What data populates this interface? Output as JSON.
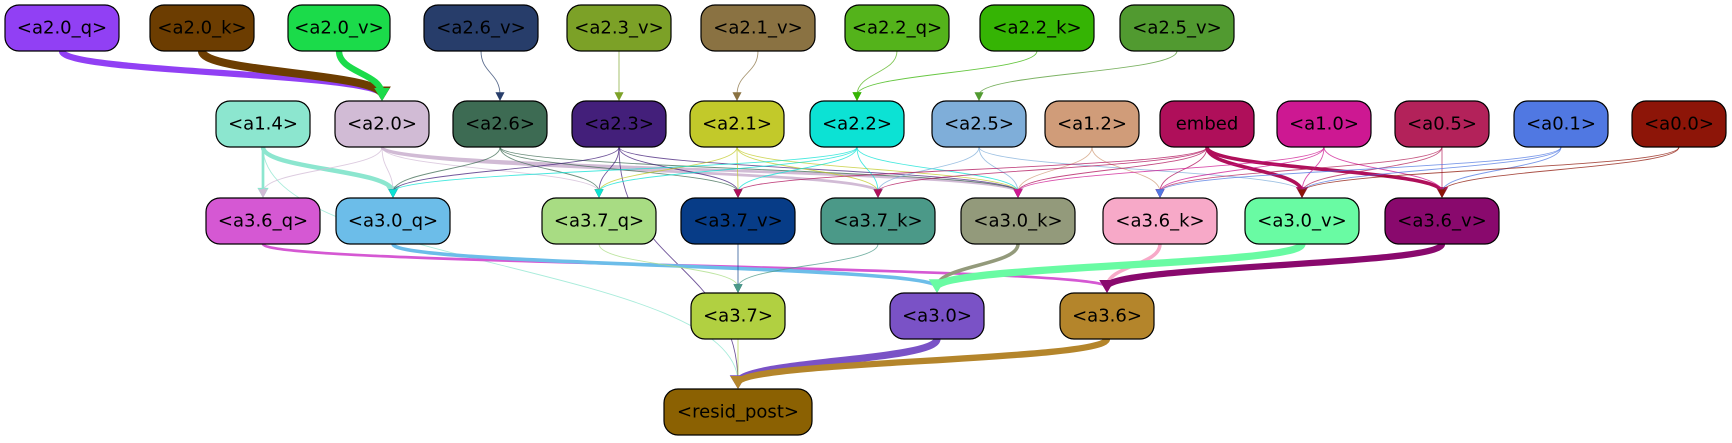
{
  "nodes": [
    {
      "id": "a2_0_q",
      "label": "<a2.0_q>",
      "fill": "#9140f4",
      "text_color": "#000000"
    },
    {
      "id": "a2_0_k",
      "label": "<a2.0_k>",
      "fill": "#6c3d01",
      "text_color": "#000000"
    },
    {
      "id": "a2_0_v",
      "label": "<a2.0_v>",
      "fill": "#1bdb4a",
      "text_color": "#000000"
    },
    {
      "id": "a2_6_v",
      "label": "<a2.6_v>",
      "fill": "#273d6a",
      "text_color": "#000000"
    },
    {
      "id": "a2_3_v",
      "label": "<a2.3_v>",
      "fill": "#7ca127",
      "text_color": "#000000"
    },
    {
      "id": "a2_1_v",
      "label": "<a2.1_v>",
      "fill": "#8a7242",
      "text_color": "#000000"
    },
    {
      "id": "a2_2_q",
      "label": "<a2.2_q>",
      "fill": "#54b31b",
      "text_color": "#000000"
    },
    {
      "id": "a2_2_k",
      "label": "<a2.2_k>",
      "fill": "#35b404",
      "text_color": "#000000"
    },
    {
      "id": "a2_5_v",
      "label": "<a2.5_v>",
      "fill": "#519a30",
      "text_color": "#000000"
    },
    {
      "id": "a1_4",
      "label": "<a1.4>",
      "fill": "#8ce6cf",
      "text_color": "#000000"
    },
    {
      "id": "a2_0",
      "label": "<a2.0>",
      "fill": "#d1bbd5",
      "text_color": "#000000"
    },
    {
      "id": "a2_6",
      "label": "<a2.6>",
      "fill": "#3d6b53",
      "text_color": "#000000"
    },
    {
      "id": "a2_3",
      "label": "<a2.3>",
      "fill": "#431f7a",
      "text_color": "#000000"
    },
    {
      "id": "a2_1",
      "label": "<a2.1>",
      "fill": "#c2c92a",
      "text_color": "#000000"
    },
    {
      "id": "a2_2",
      "label": "<a2.2>",
      "fill": "#0ce2d4",
      "text_color": "#000000"
    },
    {
      "id": "a2_5",
      "label": "<a2.5>",
      "fill": "#7faed9",
      "text_color": "#000000"
    },
    {
      "id": "a1_2",
      "label": "<a1.2>",
      "fill": "#d09c79",
      "text_color": "#000000"
    },
    {
      "id": "embed",
      "label": "embed",
      "fill": "#af0f5a",
      "text_color": "#000000"
    },
    {
      "id": "a1_0",
      "label": "<a1.0>",
      "fill": "#cd1892",
      "text_color": "#000000"
    },
    {
      "id": "a0_5",
      "label": "<a0.5>",
      "fill": "#b3225a",
      "text_color": "#000000"
    },
    {
      "id": "a0_1",
      "label": "<a0.1>",
      "fill": "#5078e2",
      "text_color": "#000000"
    },
    {
      "id": "a0_0",
      "label": "<a0.0>",
      "fill": "#8d1508",
      "text_color": "#000000"
    },
    {
      "id": "a3_6_q",
      "label": "<a3.6_q>",
      "fill": "#d558d3",
      "text_color": "#000000"
    },
    {
      "id": "a3_0_q",
      "label": "<a3.0_q>",
      "fill": "#6cbde9",
      "text_color": "#000000"
    },
    {
      "id": "a3_7_q",
      "label": "<a3.7_q>",
      "fill": "#a8dc83",
      "text_color": "#000000"
    },
    {
      "id": "a3_7_v",
      "label": "<a3.7_v>",
      "fill": "#073c87",
      "text_color": "#000000"
    },
    {
      "id": "a3_7_k",
      "label": "<a3.7_k>",
      "fill": "#4b9988",
      "text_color": "#000000"
    },
    {
      "id": "a3_0_k",
      "label": "<a3.0_k>",
      "fill": "#939a7b",
      "text_color": "#000000"
    },
    {
      "id": "a3_6_k",
      "label": "<a3.6_k>",
      "fill": "#f7a9c8",
      "text_color": "#000000"
    },
    {
      "id": "a3_0_v",
      "label": "<a3.0_v>",
      "fill": "#69fba3",
      "text_color": "#000000"
    },
    {
      "id": "a3_6_v",
      "label": "<a3.6_v>",
      "fill": "#89096d",
      "text_color": "#000000"
    },
    {
      "id": "a3_7",
      "label": "<a3.7>",
      "fill": "#b1d041",
      "text_color": "#000000"
    },
    {
      "id": "a3_0",
      "label": "<a3.0>",
      "fill": "#7a52c6",
      "text_color": "#000000"
    },
    {
      "id": "a3_6",
      "label": "<a3.6>",
      "fill": "#b4852b",
      "text_color": "#000000"
    },
    {
      "id": "resid_post",
      "label": "<resid_post>",
      "fill": "#8b6102",
      "text_color": "#000000"
    }
  ],
  "edges": [
    {
      "from": "a2_0_q",
      "to": "a2_0",
      "color": "#9140f4",
      "weight": 7
    },
    {
      "from": "a2_0_k",
      "to": "a2_0",
      "color": "#6c3d01",
      "weight": 9
    },
    {
      "from": "a2_0_v",
      "to": "a2_0",
      "color": "#1bdb4a",
      "weight": 7
    },
    {
      "from": "a2_6_v",
      "to": "a2_6",
      "color": "#273d6a",
      "weight": 1
    },
    {
      "from": "a2_3_v",
      "to": "a2_3",
      "color": "#7ca127",
      "weight": 1
    },
    {
      "from": "a2_1_v",
      "to": "a2_1",
      "color": "#8a7242",
      "weight": 1
    },
    {
      "from": "a2_2_q",
      "to": "a2_2",
      "color": "#54b31b",
      "weight": 1
    },
    {
      "from": "a2_2_k",
      "to": "a2_2",
      "color": "#35b404",
      "weight": 1
    },
    {
      "from": "a2_5_v",
      "to": "a2_5",
      "color": "#519a30",
      "weight": 1
    },
    {
      "from": "a1_4",
      "to": "a3_6_q",
      "color": "#8ce6cf",
      "weight": 3
    },
    {
      "from": "a1_4",
      "to": "a3_0_q",
      "color": "#8ce6cf",
      "weight": 5
    },
    {
      "from": "a1_4",
      "to": "resid_post",
      "color": "#8ce6cf",
      "weight": 1
    },
    {
      "from": "a2_0",
      "to": "a3_6_q",
      "color": "#d1bbd5",
      "weight": 1
    },
    {
      "from": "a2_0",
      "to": "a3_0_q",
      "color": "#d1bbd5",
      "weight": 1
    },
    {
      "from": "a2_0",
      "to": "a3_7_q",
      "color": "#d1bbd5",
      "weight": 1
    },
    {
      "from": "a2_0",
      "to": "a3_7_k",
      "color": "#d1bbd5",
      "weight": 3
    },
    {
      "from": "a2_0",
      "to": "a3_0_k",
      "color": "#d1bbd5",
      "weight": 3
    },
    {
      "from": "a2_6",
      "to": "a3_0_q",
      "color": "#3d6b53",
      "weight": 1
    },
    {
      "from": "a2_6",
      "to": "a3_7_q",
      "color": "#3d6b53",
      "weight": 1
    },
    {
      "from": "a2_6",
      "to": "a3_7_v",
      "color": "#3d6b53",
      "weight": 1
    },
    {
      "from": "a2_6",
      "to": "a3_0_k",
      "color": "#3d6b53",
      "weight": 1
    },
    {
      "from": "a2_3",
      "to": "a3_0_q",
      "color": "#431f7a",
      "weight": 1
    },
    {
      "from": "a2_3",
      "to": "a3_7_q",
      "color": "#431f7a",
      "weight": 1
    },
    {
      "from": "a2_3",
      "to": "a3_7_v",
      "color": "#431f7a",
      "weight": 1
    },
    {
      "from": "a2_3",
      "to": "a3_0_k",
      "color": "#431f7a",
      "weight": 1
    },
    {
      "from": "a2_3",
      "to": "resid_post",
      "color": "#431f7a",
      "weight": 1
    },
    {
      "from": "a2_1",
      "to": "a3_7_q",
      "color": "#c2c92a",
      "weight": 1
    },
    {
      "from": "a2_1",
      "to": "a3_7_v",
      "color": "#c2c92a",
      "weight": 1
    },
    {
      "from": "a2_1",
      "to": "a3_7_k",
      "color": "#c2c92a",
      "weight": 1
    },
    {
      "from": "a2_1",
      "to": "a3_0_k",
      "color": "#c2c92a",
      "weight": 1
    },
    {
      "from": "a2_2",
      "to": "a3_0_q",
      "color": "#0ce2d4",
      "weight": 1
    },
    {
      "from": "a2_2",
      "to": "a3_7_q",
      "color": "#0ce2d4",
      "weight": 1
    },
    {
      "from": "a2_2",
      "to": "a3_7_v",
      "color": "#0ce2d4",
      "weight": 1
    },
    {
      "from": "a2_2",
      "to": "a3_7_k",
      "color": "#0ce2d4",
      "weight": 1
    },
    {
      "from": "a2_2",
      "to": "a3_0_k",
      "color": "#0ce2d4",
      "weight": 1
    },
    {
      "from": "a2_5",
      "to": "a3_7_k",
      "color": "#7faed9",
      "weight": 1
    },
    {
      "from": "a2_5",
      "to": "a3_0_k",
      "color": "#7faed9",
      "weight": 1
    },
    {
      "from": "a2_5",
      "to": "a3_0_v",
      "color": "#7faed9",
      "weight": 1
    },
    {
      "from": "a1_2",
      "to": "a3_0_k",
      "color": "#d09c79",
      "weight": 1
    },
    {
      "from": "a1_2",
      "to": "a3_6_k",
      "color": "#d09c79",
      "weight": 1
    },
    {
      "from": "embed",
      "to": "a3_7_v",
      "color": "#af0f5a",
      "weight": 1
    },
    {
      "from": "embed",
      "to": "a3_7_k",
      "color": "#af0f5a",
      "weight": 1
    },
    {
      "from": "embed",
      "to": "a3_0_k",
      "color": "#af0f5a",
      "weight": 1
    },
    {
      "from": "embed",
      "to": "a3_6_k",
      "color": "#af0f5a",
      "weight": 1
    },
    {
      "from": "embed",
      "to": "a3_0_v",
      "color": "#af0f5a",
      "weight": 4
    },
    {
      "from": "embed",
      "to": "a3_6_v",
      "color": "#af0f5a",
      "weight": 4
    },
    {
      "from": "a1_0",
      "to": "a3_0_k",
      "color": "#cd1892",
      "weight": 1
    },
    {
      "from": "a1_0",
      "to": "a3_6_k",
      "color": "#cd1892",
      "weight": 1
    },
    {
      "from": "a1_0",
      "to": "a3_0_v",
      "color": "#cd1892",
      "weight": 1
    },
    {
      "from": "a1_0",
      "to": "a3_6_v",
      "color": "#cd1892",
      "weight": 1
    },
    {
      "from": "a0_5",
      "to": "a3_6_k",
      "color": "#b3225a",
      "weight": 1
    },
    {
      "from": "a0_5",
      "to": "a3_0_v",
      "color": "#b3225a",
      "weight": 1
    },
    {
      "from": "a0_5",
      "to": "a3_6_v",
      "color": "#b3225a",
      "weight": 1
    },
    {
      "from": "a0_1",
      "to": "a3_6_k",
      "color": "#5078e2",
      "weight": 1
    },
    {
      "from": "a0_1",
      "to": "a3_0_v",
      "color": "#5078e2",
      "weight": 1
    },
    {
      "from": "a0_1",
      "to": "a3_6_v",
      "color": "#5078e2",
      "weight": 1
    },
    {
      "from": "a0_0",
      "to": "a3_0_v",
      "color": "#8d1508",
      "weight": 1
    },
    {
      "from": "a0_0",
      "to": "a3_6_v",
      "color": "#8d1508",
      "weight": 1
    },
    {
      "from": "a3_6_q",
      "to": "a3_6",
      "color": "#d558d3",
      "weight": 3
    },
    {
      "from": "a3_0_q",
      "to": "a3_0",
      "color": "#6cbde9",
      "weight": 4
    },
    {
      "from": "a3_7_q",
      "to": "a3_7",
      "color": "#a8dc83",
      "weight": 1
    },
    {
      "from": "a3_7_v",
      "to": "a3_7",
      "color": "#073c87",
      "weight": 1
    },
    {
      "from": "a3_7_k",
      "to": "a3_7",
      "color": "#4b9988",
      "weight": 1
    },
    {
      "from": "a3_0_k",
      "to": "a3_0",
      "color": "#939a7b",
      "weight": 4
    },
    {
      "from": "a3_6_k",
      "to": "a3_6",
      "color": "#f7a9c8",
      "weight": 4
    },
    {
      "from": "a3_0_v",
      "to": "a3_0",
      "color": "#69fba3",
      "weight": 8
    },
    {
      "from": "a3_6_v",
      "to": "a3_6",
      "color": "#89096d",
      "weight": 7
    },
    {
      "from": "a3_7",
      "to": "resid_post",
      "color": "#b1d041",
      "weight": 1
    },
    {
      "from": "a3_0",
      "to": "resid_post",
      "color": "#7a52c6",
      "weight": 8
    },
    {
      "from": "a3_6",
      "to": "resid_post",
      "color": "#b4852b",
      "weight": 7
    }
  ]
}
